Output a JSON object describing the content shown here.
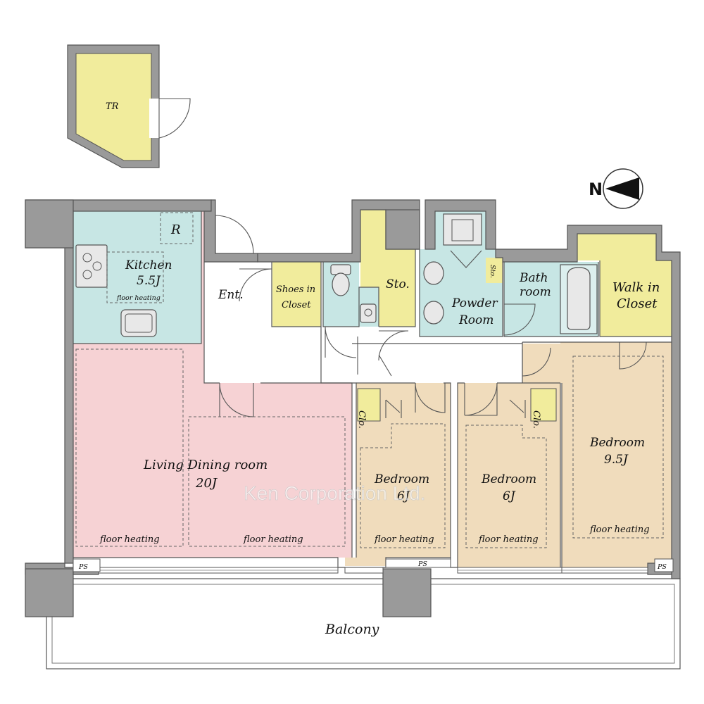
{
  "rooms": {
    "trunk_room": "TR",
    "kitchen": "Kitchen",
    "kitchen_size": "5.5J",
    "kitchen_heating": "floor heating",
    "refrigerator": "R",
    "entrance": "Ent.",
    "shoes_closet_1": "Shoes in",
    "shoes_closet_2": "Closet",
    "storage": "Sto.",
    "small_storage": "Sto.",
    "powder_room_1": "Powder",
    "powder_room_2": "Room",
    "bath_room_1": "Bath",
    "bath_room_2": "room",
    "walk_in_closet_1": "Walk in",
    "walk_in_closet_2": "Closet",
    "living_dining": "Living Dining room",
    "living_dining_size": "20J",
    "living_heating_left": "floor heating",
    "living_heating_right": "floor heating",
    "bedroom_a": "Bedroom",
    "bedroom_a_size": "6J",
    "bedroom_a_heating": "floor heating",
    "bedroom_a_closet": "Clo.",
    "bedroom_b": "Bedroom",
    "bedroom_b_size": "6J",
    "bedroom_b_heating": "floor heating",
    "bedroom_b_closet": "Clo.",
    "bedroom_c": "Bedroom",
    "bedroom_c_size": "9.5J",
    "bedroom_c_heating": "floor heating",
    "pipe_space_left": "PS",
    "pipe_space_center": "PS",
    "pipe_space_right": "PS",
    "balcony": "Balcony"
  },
  "compass": {
    "label": "N"
  },
  "watermark": "Ken Corporation Ltd.",
  "colors": {
    "trunk_room": "#f1ec9c",
    "kitchen": "#c7e6e4",
    "living": "#f6d2d4",
    "wet_area": "#c7e6e4",
    "storage": "#f1ec9c",
    "bedroom": "#f0dcbc",
    "wall": "#9a9a9a"
  }
}
